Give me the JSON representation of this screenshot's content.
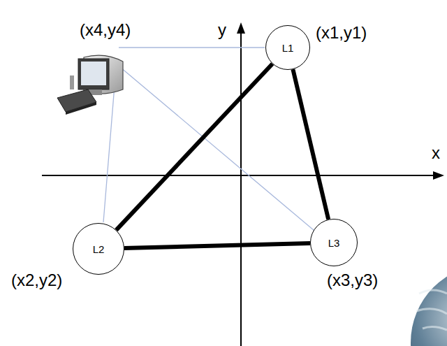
{
  "diagram": {
    "nodes": [
      {
        "text": [
          "L1"
        ]
      },
      {
        "text": [
          "L2"
        ]
      },
      {
        "text": [
          "L3"
        ]
      }
    ],
    "edges": [
      {
        "from": 0,
        "to": 1,
        "arrow": "none"
      },
      {
        "from": 0,
        "to": 2,
        "arrow": "none"
      },
      {
        "from": 1,
        "to": 2,
        "arrow": "none"
      }
    ],
    "labels": [
      "(x4,y4)",
      "y",
      "(x1,y1)",
      "x",
      "(x2,y2)",
      "(x3,y3)"
    ]
  }
}
